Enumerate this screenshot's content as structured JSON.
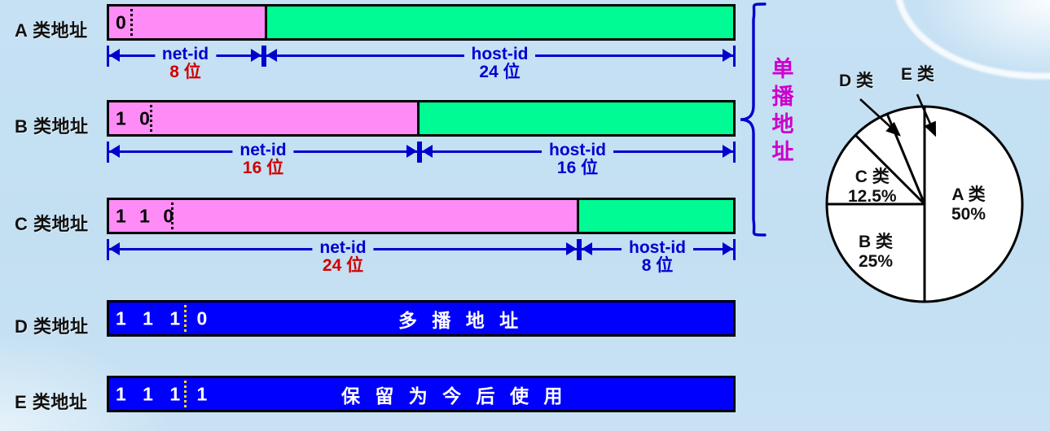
{
  "rows": [
    {
      "label": "A 类地址",
      "bits": "0",
      "net": {
        "name": "net-id",
        "bits": "8 位"
      },
      "host": {
        "name": "host-id",
        "bits": "24 位"
      }
    },
    {
      "label": "B 类地址",
      "bits": "1 0",
      "net": {
        "name": "net-id",
        "bits": "16 位"
      },
      "host": {
        "name": "host-id",
        "bits": "16 位"
      }
    },
    {
      "label": "C 类地址",
      "bits": "1 1 0",
      "net": {
        "name": "net-id",
        "bits": "24 位"
      },
      "host": {
        "name": "host-id",
        "bits": "8 位"
      }
    },
    {
      "label": "D 类地址",
      "bits": "1 1 1 0",
      "text": "多 播 地 址"
    },
    {
      "label": "E 类地址",
      "bits": "1 1 1 1",
      "text": "保 留 为 今 后 使 用"
    }
  ],
  "brace_caption": "单播地址",
  "colors": {
    "net_fill": "#ff8cf6",
    "host_fill": "#00fa94",
    "solid_fill": "#0000ff",
    "dim_blue": "#0000cd",
    "bits_red": "#d00000",
    "caption_magenta": "#cc00cc",
    "background": "#c3dff2"
  },
  "chart_data": {
    "type": "pie",
    "title": "",
    "categories": [
      "A 类",
      "B 类",
      "C 类",
      "D 类",
      "E 类"
    ],
    "values": [
      50,
      25,
      12.5,
      6.25,
      6.25
    ],
    "labels": [
      {
        "name": "A 类",
        "pct": "50%"
      },
      {
        "name": "B 类",
        "pct": "25%"
      },
      {
        "name": "C 类",
        "pct": "12.5%"
      },
      {
        "name": "D 类",
        "pct": ""
      },
      {
        "name": "E 类",
        "pct": ""
      }
    ],
    "legend": "none",
    "slice_fill": "#ffffff",
    "slice_stroke": "#000000"
  }
}
